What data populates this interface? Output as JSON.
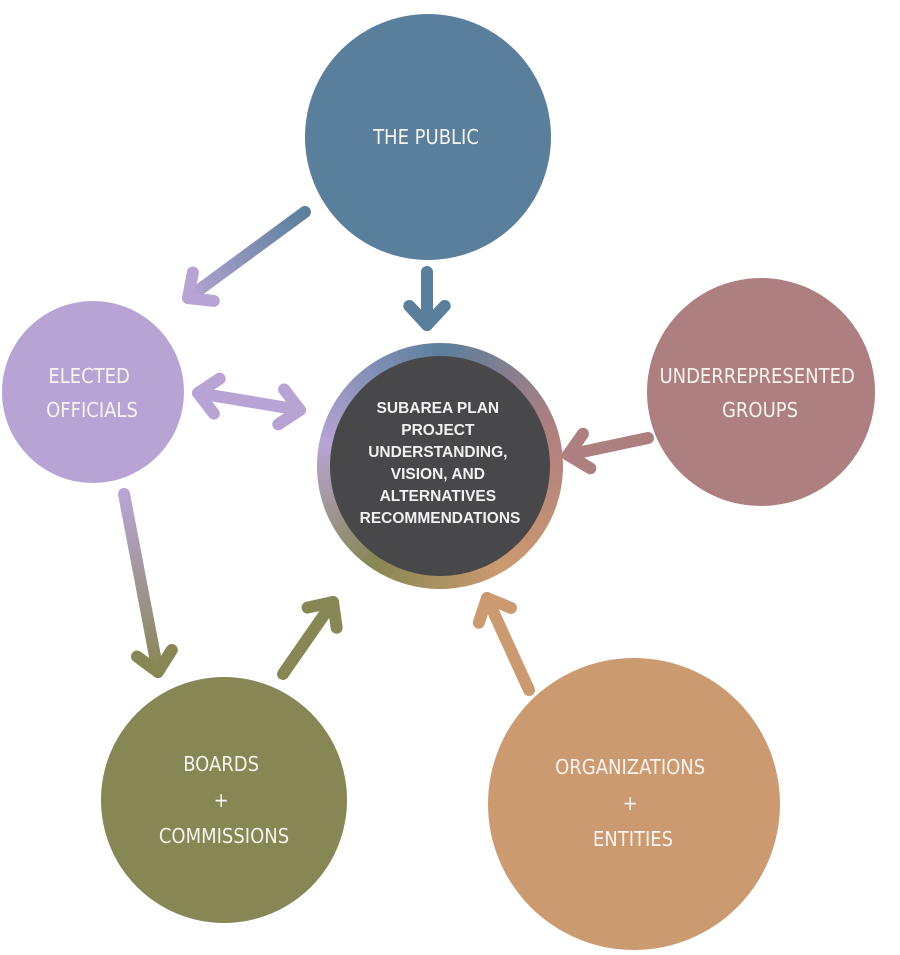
{
  "diagram": {
    "type": "stakeholder-flow",
    "center": {
      "lines": [
        "SUBAREA PLAN",
        "PROJECT",
        "UNDERSTANDING,",
        "VISION, AND",
        "ALTERNATIVES",
        "RECOMMENDATIONS"
      ],
      "fill": "#48484b"
    },
    "nodes": [
      {
        "id": "public",
        "lines": [
          "THE PUBLIC"
        ],
        "color": "#5a7f9c"
      },
      {
        "id": "elected",
        "lines": [
          "ELECTED",
          "OFFICIALS"
        ],
        "color": "#b8a4d4"
      },
      {
        "id": "underrepresented",
        "lines": [
          "UNDERREPRESENTED",
          "GROUPS"
        ],
        "color": "#ae7f80"
      },
      {
        "id": "boards",
        "lines": [
          "BOARDS",
          "+",
          "COMMISSIONS"
        ],
        "color": "#868754"
      },
      {
        "id": "organizations",
        "lines": [
          "ORGANIZATIONS",
          "+",
          "ENTITIES"
        ],
        "color": "#cc9a70"
      }
    ],
    "edges": [
      {
        "from": "public",
        "to": "elected",
        "direction": "one-way"
      },
      {
        "from": "public",
        "to": "center",
        "direction": "one-way"
      },
      {
        "from": "elected",
        "to": "center",
        "direction": "two-way"
      },
      {
        "from": "underrepresented",
        "to": "center",
        "direction": "one-way"
      },
      {
        "from": "elected",
        "to": "boards",
        "direction": "one-way"
      },
      {
        "from": "boards",
        "to": "center",
        "direction": "one-way"
      },
      {
        "from": "organizations",
        "to": "center",
        "direction": "one-way"
      }
    ]
  }
}
